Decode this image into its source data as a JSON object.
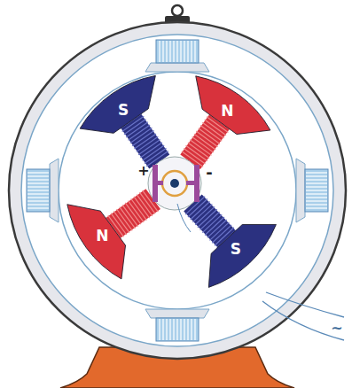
{
  "diagram": {
    "labels": [
      "S",
      "N",
      "+",
      "-",
      "N",
      "S",
      "~"
    ]
  }
}
